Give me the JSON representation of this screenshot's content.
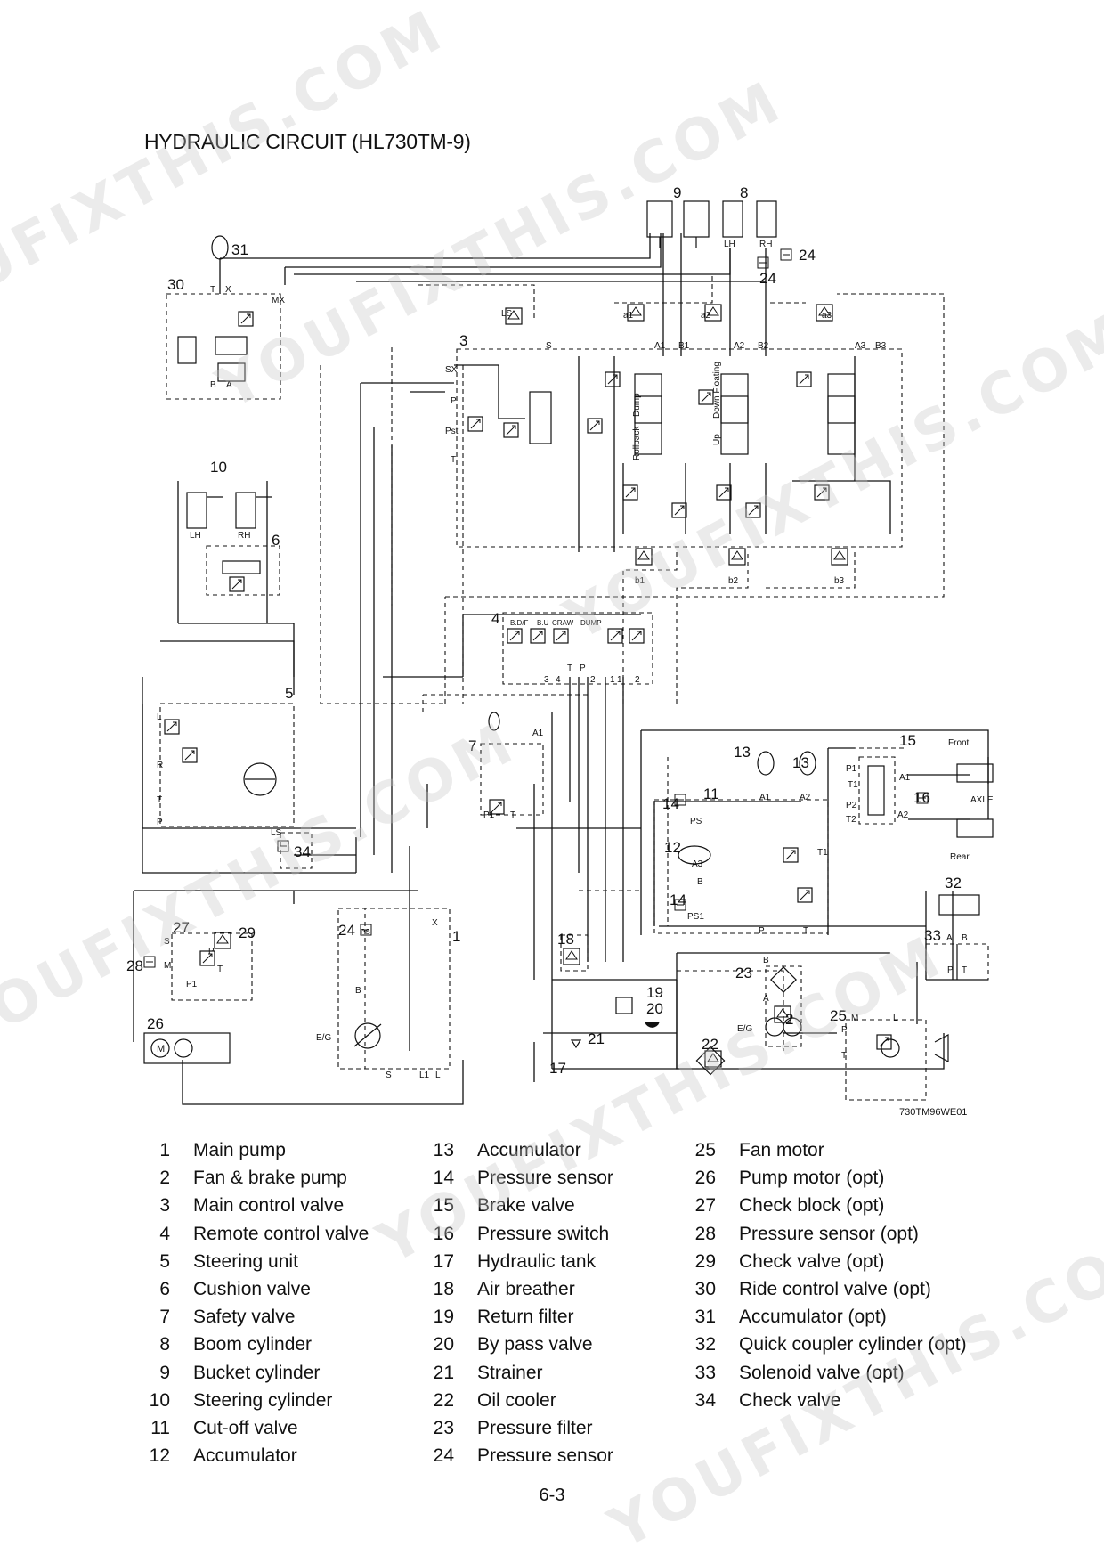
{
  "title": {
    "text": "HYDRAULIC CIRCUIT",
    "model": "(HL730TM-9)"
  },
  "drawing_code": "730TM96WE01",
  "page_number": "6-3",
  "watermarks": [
    "YOUFIXTHIS.COM",
    "YOUFIXTHIS.COM",
    "YOUFIXTHIS.COM",
    "YOUFIXTHIS.COM",
    "YOUFIXTHIS.COM",
    "YOUFIXTHIS.COM"
  ],
  "callouts": {
    "n1": "1",
    "n2": "2",
    "n3": "3",
    "n4": "4",
    "n5": "5",
    "n6": "6",
    "n7": "7",
    "n8": "8",
    "n9": "9",
    "n10": "10",
    "n11": "11",
    "n12": "12",
    "n13a": "13",
    "n13b": "13",
    "n14a": "14",
    "n14b": "14",
    "n15": "15",
    "n16": "16",
    "n17": "17",
    "n18": "18",
    "n19": "19",
    "n20": "20",
    "n21": "21",
    "n22": "22",
    "n23": "23",
    "n24a": "24",
    "n24b": "24",
    "n24c": "24",
    "n25": "25",
    "n26": "26",
    "n27": "27",
    "n28": "28",
    "n29": "29",
    "n30": "30",
    "n31": "31",
    "n32": "32",
    "n33": "33",
    "n34": "34"
  },
  "port_labels": {
    "lh_boom": "LH",
    "rh_boom": "RH",
    "lh_steer": "LH",
    "rh_steer": "RH",
    "t30": "T",
    "x30": "X",
    "mx": "MX",
    "b30": "B",
    "a30": "A",
    "ls3": "LS",
    "s3": "S",
    "sx": "SX",
    "p3": "P",
    "pst": "Pst",
    "t3": "T",
    "a1": "a1",
    "a2": "a2",
    "a3": "a3",
    "A1": "A1",
    "B1": "B1",
    "A2": "A2",
    "B2": "B2",
    "A3": "A3",
    "B3": "B3",
    "b1": "b1",
    "b2": "b2",
    "b3": "b3",
    "dump": "Dump",
    "rollback": "Rollback",
    "down_floating": "Down Floating",
    "up": "Up",
    "bdf": "B.D/F",
    "bu": "B.U",
    "craw": "CRAW",
    "dump4": "DUMP",
    "r4_3": "3",
    "r4_4": "4",
    "r4_t": "T",
    "r4_p": "P",
    "r4_2": "2",
    "r4_1": "1",
    "r4_1b": "1",
    "r4_2b": "2",
    "l5": "L",
    "r5": "R",
    "t5": "T",
    "p5": "P",
    "ls5": "LS",
    "a1_7": "A1",
    "p1_7": "P1",
    "t7": "T",
    "front": "Front",
    "rear": "Rear",
    "axle": "AXLE",
    "p1_15": "P1",
    "t1_15": "T1",
    "p2_15": "P2",
    "t2_15": "T2",
    "a1_15": "A1",
    "a2_15": "A2",
    "a1_11": "A1",
    "a2_11": "A2",
    "ps11": "PS",
    "a3_11": "A3",
    "b11": "B",
    "ps1": "PS1",
    "p11": "P",
    "t11": "T",
    "t1_11": "T1",
    "s27": "S",
    "m27": "M",
    "p27": "P",
    "t27": "T",
    "p1_27": "P1",
    "ps24": "PS",
    "x1": "X",
    "b1p": "B",
    "eg1": "E/G",
    "s1": "S",
    "l1_1": "L1",
    "l1": "L",
    "b23": "B",
    "a23": "A",
    "eg2": "E/G",
    "m25": "M",
    "l25": "L",
    "p25": "P",
    "t25": "T",
    "a33": "A",
    "b33": "B",
    "p33": "P",
    "t33": "T",
    "motor": "M"
  },
  "legend": {
    "col1": [
      {
        "num": "1",
        "label": "Main pump"
      },
      {
        "num": "2",
        "label": "Fan & brake  pump"
      },
      {
        "num": "3",
        "label": "Main control valve"
      },
      {
        "num": "4",
        "label": "Remote control valve"
      },
      {
        "num": "5",
        "label": "Steering unit"
      },
      {
        "num": "6",
        "label": "Cushion valve"
      },
      {
        "num": "7",
        "label": "Safety valve"
      },
      {
        "num": "8",
        "label": "Boom cylinder"
      },
      {
        "num": "9",
        "label": "Bucket cylinder"
      },
      {
        "num": "10",
        "label": "Steering cylinder"
      },
      {
        "num": "11",
        "label": "Cut-off valve"
      },
      {
        "num": "12",
        "label": "Accumulator"
      }
    ],
    "col2": [
      {
        "num": "13",
        "label": "Accumulator"
      },
      {
        "num": "14",
        "label": "Pressure sensor"
      },
      {
        "num": "15",
        "label": "Brake valve"
      },
      {
        "num": "16",
        "label": "Pressure switch"
      },
      {
        "num": "17",
        "label": "Hydraulic tank"
      },
      {
        "num": "18",
        "label": "Air breather"
      },
      {
        "num": "19",
        "label": "Return filter"
      },
      {
        "num": "20",
        "label": "By pass valve"
      },
      {
        "num": "21",
        "label": "Strainer"
      },
      {
        "num": "22",
        "label": "Oil cooler"
      },
      {
        "num": "23",
        "label": "Pressure filter"
      },
      {
        "num": "24",
        "label": "Pressure sensor"
      }
    ],
    "col3": [
      {
        "num": "25",
        "label": "Fan motor"
      },
      {
        "num": "26",
        "label": "Pump motor (opt)"
      },
      {
        "num": "27",
        "label": "Check block (opt)"
      },
      {
        "num": "28",
        "label": "Pressure sensor (opt)"
      },
      {
        "num": "29",
        "label": "Check valve (opt)"
      },
      {
        "num": "30",
        "label": "Ride control valve (opt)"
      },
      {
        "num": "31",
        "label": "Accumulator (opt)"
      },
      {
        "num": "32",
        "label": "Quick coupler cylinder (opt)"
      },
      {
        "num": "33",
        "label": "Solenoid valve (opt)"
      },
      {
        "num": "34",
        "label": "Check valve"
      }
    ]
  }
}
